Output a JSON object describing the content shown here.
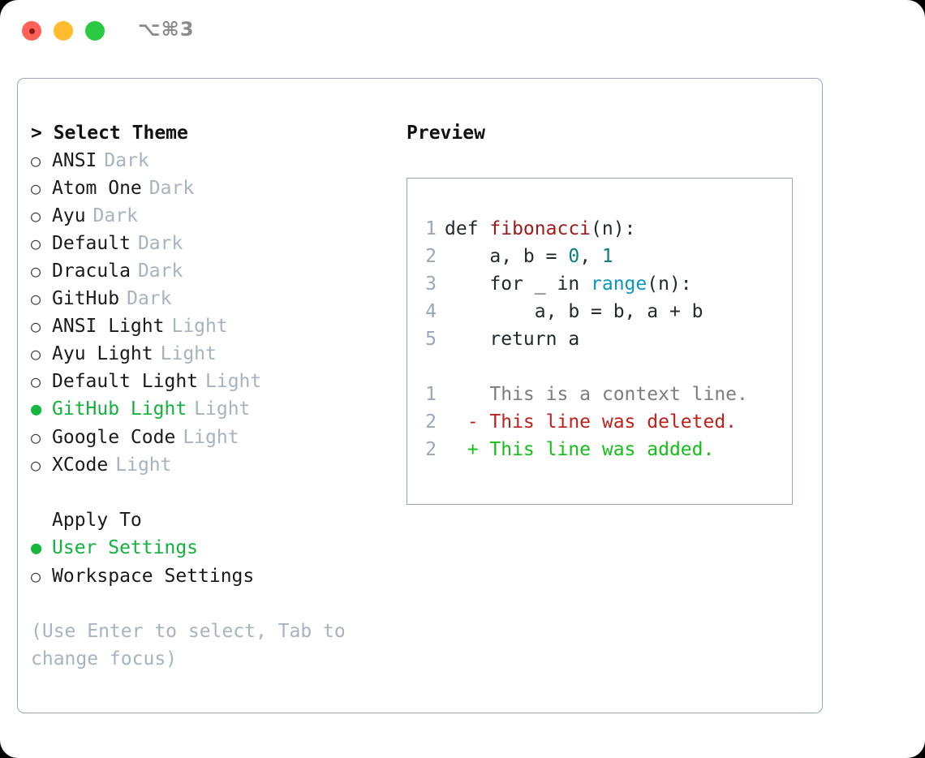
{
  "window": {
    "shortcut": "⌥⌘3",
    "traffic_lights": [
      {
        "name": "close",
        "color": "#ff6159"
      },
      {
        "name": "minimize",
        "color": "#ffbd2e"
      },
      {
        "name": "maximize",
        "color": "#2acb42"
      }
    ]
  },
  "theme_panel": {
    "title": "> Select Theme",
    "selected_index": 9,
    "options": [
      {
        "label": "ANSI",
        "tag": "Dark",
        "bullet": "○",
        "selected": false
      },
      {
        "label": "Atom One",
        "tag": "Dark",
        "bullet": "○",
        "selected": false
      },
      {
        "label": "Ayu",
        "tag": "Dark",
        "bullet": "○",
        "selected": false
      },
      {
        "label": "Default",
        "tag": "Dark",
        "bullet": "○",
        "selected": false
      },
      {
        "label": "Dracula",
        "tag": "Dark",
        "bullet": "○",
        "selected": false
      },
      {
        "label": "GitHub",
        "tag": "Dark",
        "bullet": "○",
        "selected": false
      },
      {
        "label": "ANSI Light",
        "tag": "Light",
        "bullet": "○",
        "selected": false
      },
      {
        "label": "Ayu Light",
        "tag": "Light",
        "bullet": "○",
        "selected": false
      },
      {
        "label": "Default Light",
        "tag": "Light",
        "bullet": "○",
        "selected": false
      },
      {
        "label": "GitHub Light",
        "tag": "Light",
        "bullet": "●",
        "selected": true
      },
      {
        "label": "Google Code",
        "tag": "Light",
        "bullet": "○",
        "selected": false
      },
      {
        "label": "XCode",
        "tag": "Light",
        "bullet": "○",
        "selected": false
      }
    ]
  },
  "apply_to": {
    "title": "Apply To",
    "options": [
      {
        "label": "User Settings",
        "bullet": "●",
        "selected": true
      },
      {
        "label": "Workspace Settings",
        "bullet": "○",
        "selected": false
      }
    ]
  },
  "hint": "(Use Enter to select, Tab to change focus)",
  "preview": {
    "title": "Preview",
    "code_lines": [
      {
        "num": "1",
        "segments": [
          {
            "text": "def ",
            "type": "plain"
          },
          {
            "text": "fibonacci",
            "type": "fn"
          },
          {
            "text": "(n):",
            "type": "plain"
          }
        ]
      },
      {
        "num": "2",
        "segments": [
          {
            "text": "    a, b = ",
            "type": "plain"
          },
          {
            "text": "0",
            "type": "num"
          },
          {
            "text": ", ",
            "type": "plain"
          },
          {
            "text": "1",
            "type": "num"
          }
        ]
      },
      {
        "num": "3",
        "segments": [
          {
            "text": "    for _ in ",
            "type": "plain"
          },
          {
            "text": "range",
            "type": "call"
          },
          {
            "text": "(n):",
            "type": "plain"
          }
        ]
      },
      {
        "num": "4",
        "segments": [
          {
            "text": "        a, b = b, a + b",
            "type": "plain"
          }
        ]
      },
      {
        "num": "5",
        "segments": [
          {
            "text": "    return a",
            "type": "plain"
          }
        ]
      }
    ],
    "diff_lines": [
      {
        "num": "1",
        "marker": "  ",
        "text": "This is a context line.",
        "kind": "ctx"
      },
      {
        "num": "2",
        "marker": "- ",
        "text": "This line was deleted.",
        "kind": "del"
      },
      {
        "num": "2",
        "marker": "+ ",
        "text": "This line was added.",
        "kind": "add"
      }
    ]
  },
  "colors": {
    "accent_green": "#12b23c",
    "muted": "#a9b2bd",
    "border": "#9aa7b8",
    "fn_red": "#9c1a1a",
    "number_teal": "#0a7d7d",
    "call_blue": "#0a96bf",
    "diff_del": "#c0201a",
    "diff_add": "#13c018",
    "diff_ctx": "#7d7d7d"
  }
}
